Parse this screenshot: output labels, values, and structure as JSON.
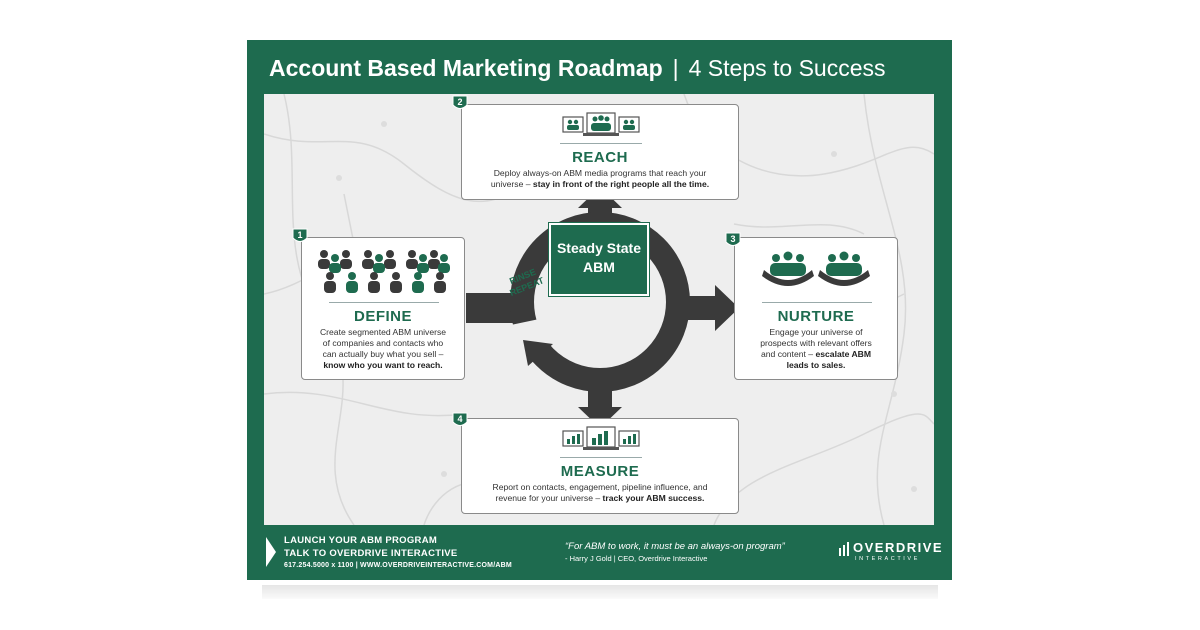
{
  "header": {
    "title": "Account Based Marketing Roadmap",
    "separator": "|",
    "subtitle": "4 Steps to Success"
  },
  "center": {
    "sign_line1": "Steady State",
    "sign_line2": "ABM",
    "loop_line1": "RINSE",
    "loop_line2": "REPEAT"
  },
  "steps": {
    "define": {
      "number": "1",
      "title": "DEFINE",
      "text_line1": "Create segmented ABM universe",
      "text_line2": "of companies and contacts who",
      "text_line3": "can actually buy what you sell –",
      "text_bold": "know who you want to reach.",
      "icon": "crowd-icon"
    },
    "reach": {
      "number": "2",
      "title": "REACH",
      "text_line1": "Deploy always-on ABM media programs that reach your",
      "text_plain2": "universe –",
      "text_bold": "stay in front of the right people all the time.",
      "icon": "screens-people-icon"
    },
    "nurture": {
      "number": "3",
      "title": "NURTURE",
      "text_line1": "Engage your universe of",
      "text_line2": "prospects with relevant offers",
      "text_plain3": "and content –",
      "text_bold1": "escalate ABM",
      "text_bold2": "leads to sales.",
      "icon": "hands-group-icon"
    },
    "measure": {
      "number": "4",
      "title": "MEASURE",
      "text_line1": "Report on contacts, engagement, pipeline influence, and",
      "text_plain2": "revenue for your universe –",
      "text_bold": "track your ABM success.",
      "icon": "screens-chart-icon"
    }
  },
  "footer": {
    "cta_line1": "LAUNCH YOUR ABM PROGRAM",
    "cta_line2": "TALK TO OVERDRIVE INTERACTIVE",
    "contact": "617.254.5000 x 1100  |  WWW.OVERDRIVEINTERACTIVE.COM/ABM",
    "quote": "“For ABM to work, it must be an always-on program”",
    "attribution": "- Harry J Gold  |  CEO, Overdrive Interactive",
    "logo_name": "OVERDRIVE",
    "logo_sub": "INTERACTIVE"
  },
  "colors": {
    "brand_green": "#1e6b4f",
    "road_dark": "#3a3a3a",
    "map_bg": "#eeeeee"
  }
}
